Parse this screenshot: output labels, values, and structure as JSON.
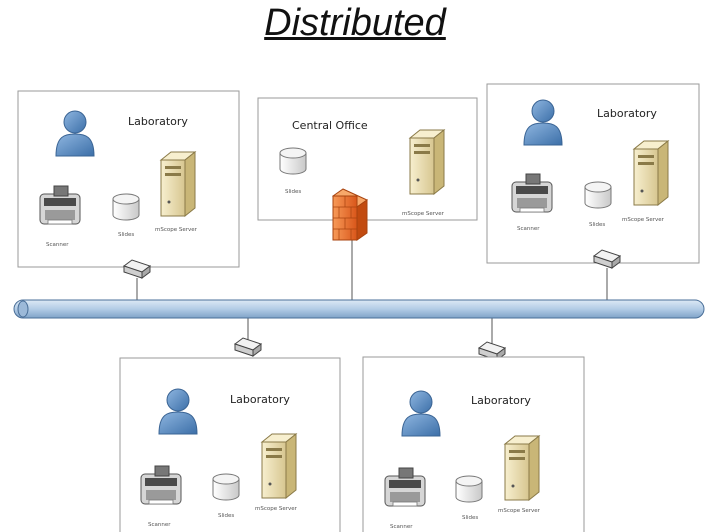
{
  "title": "Distributed",
  "nodes": {
    "lab_top_left": {
      "title": "Laboratory",
      "scanner": "Scanner",
      "slides": "Slides",
      "server": "mScope Server"
    },
    "central_office": {
      "title": "Central Office",
      "slides": "Slides",
      "server": "mScope Server"
    },
    "lab_top_right": {
      "title": "Laboratory",
      "scanner": "Scanner",
      "slides": "Slides",
      "server": "mScope Server"
    },
    "lab_bottom_left": {
      "title": "Laboratory",
      "scanner": "Scanner",
      "slides": "Slides",
      "server": "mScope Server"
    },
    "lab_bottom_right": {
      "title": "Laboratory",
      "scanner": "Scanner",
      "slides": "Slides",
      "server": "mScope Server"
    }
  },
  "colors": {
    "bus": "#b9d3ea",
    "bus_stroke": "#4a6f98",
    "user": "#5b8fc9",
    "firewall": "#f0742a",
    "server": "#efe3b8",
    "box_stroke": "#9a9a9a"
  },
  "icons": [
    "user-icon",
    "scanner-icon",
    "slides-database-icon",
    "server-icon",
    "firewall-icon",
    "network-hub-icon"
  ]
}
